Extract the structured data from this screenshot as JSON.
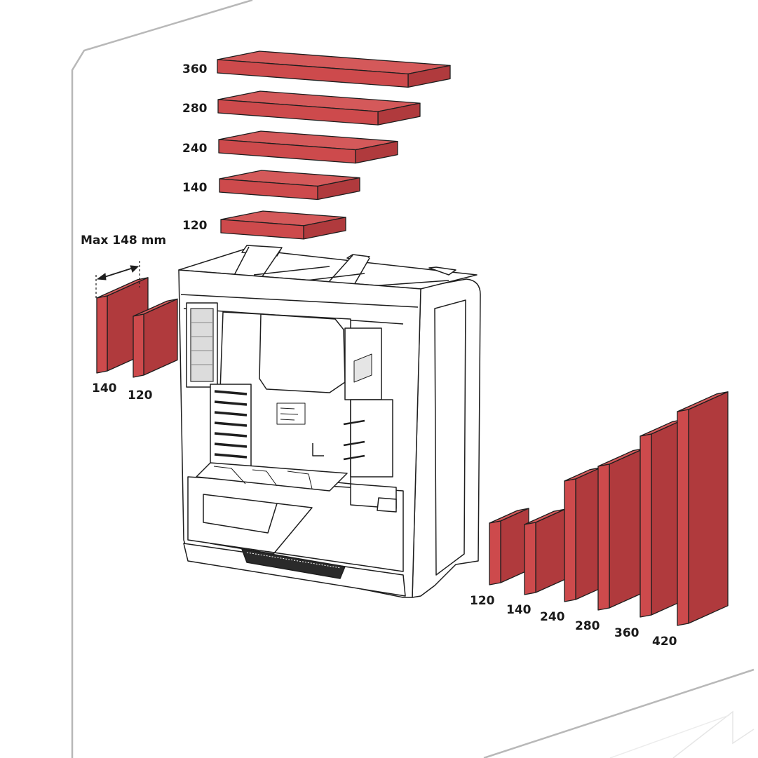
{
  "colors": {
    "radiator_front": "#cd4a4c",
    "radiator_top": "#d4595a",
    "radiator_side": "#b03a3d",
    "outline": "#1e1e1e",
    "panel_border": "#b8b8b8"
  },
  "top_radiators": {
    "labels": [
      "360",
      "280",
      "240",
      "140",
      "120"
    ]
  },
  "rear_radiators": {
    "clearance_label": "Max 148 mm",
    "labels": [
      "140",
      "120"
    ]
  },
  "front_radiators": {
    "labels": [
      "120",
      "140",
      "240",
      "280",
      "360",
      "420"
    ]
  }
}
